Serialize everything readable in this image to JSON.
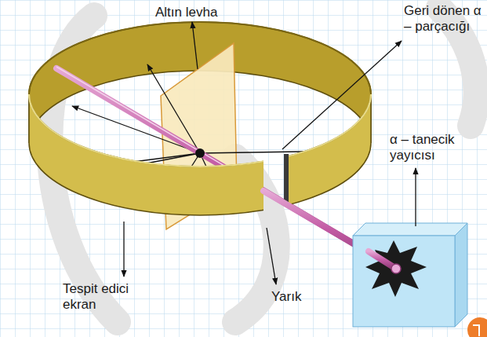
{
  "diagram": {
    "labels": [
      "Altın levha",
      "Geri dönen α – parçacığı",
      "α – tanecik yayıcısı",
      "Tespit edici ekran",
      "Yarık"
    ]
  }
}
